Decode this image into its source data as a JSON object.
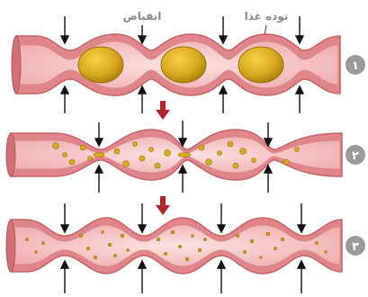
{
  "labels": {
    "contraction": "انقباض",
    "food_mass": "توده غذا"
  },
  "stages": [
    {
      "number": "۱"
    },
    {
      "number": "۲"
    },
    {
      "number": "۳"
    }
  ],
  "colors": {
    "tube_outer": "#e0868a",
    "tube_inner": "#f6c4c4",
    "tube_edge": "#c56468",
    "food": "#d9a91e",
    "food_edge": "#9c7308",
    "arrow": "#111111",
    "flow_arrow": "#b0252a",
    "badge": "#9a9a9a"
  }
}
